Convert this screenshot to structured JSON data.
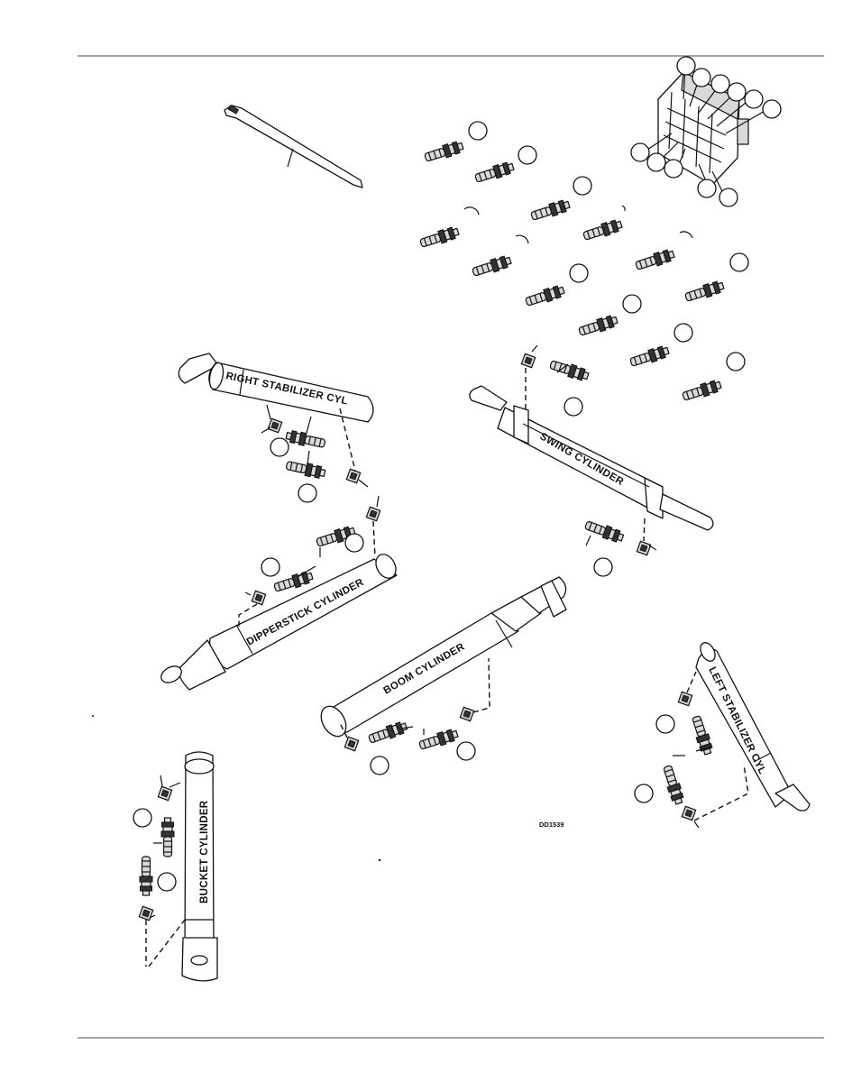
{
  "labels": {
    "right_stabilizer": "RIGHT STABILIZER CYL",
    "swing": "SWING CYLINDER",
    "dipperstick": "DIPPERSTICK CYLINDER",
    "boom": "BOOM CYLINDER",
    "left_stabilizer": "LEFT STABILIZER CYL",
    "bucket": "BUCKET CYLINDER",
    "drawing_code": "DD1539"
  }
}
